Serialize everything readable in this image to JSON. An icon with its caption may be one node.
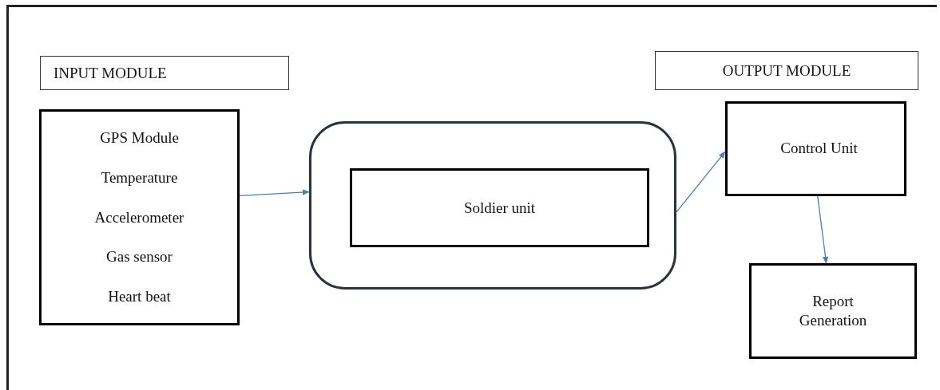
{
  "diagram": {
    "nodes": [
      {
        "text": [
          "INPUT MODULE"
        ]
      },
      {
        "text": [
          "GPS Module",
          "Temperature",
          "Accelerometer",
          "Gas sensor",
          "Heart beat"
        ]
      },
      {
        "text": [],
        "shape": "box"
      },
      {
        "text": [
          "Soldier unit"
        ],
        "in": 2
      },
      {
        "text": [
          "OUTPUT MODULE"
        ]
      },
      {
        "text": [
          "Control Unit"
        ]
      },
      {
        "text": [
          "Report Generation"
        ]
      }
    ],
    "edges": [
      {
        "from": 1,
        "to": 2,
        "arrow": "to"
      },
      {
        "from": 2,
        "to": 5,
        "arrow": "to"
      },
      {
        "from": 5,
        "to": 6,
        "arrow": "to"
      }
    ]
  }
}
